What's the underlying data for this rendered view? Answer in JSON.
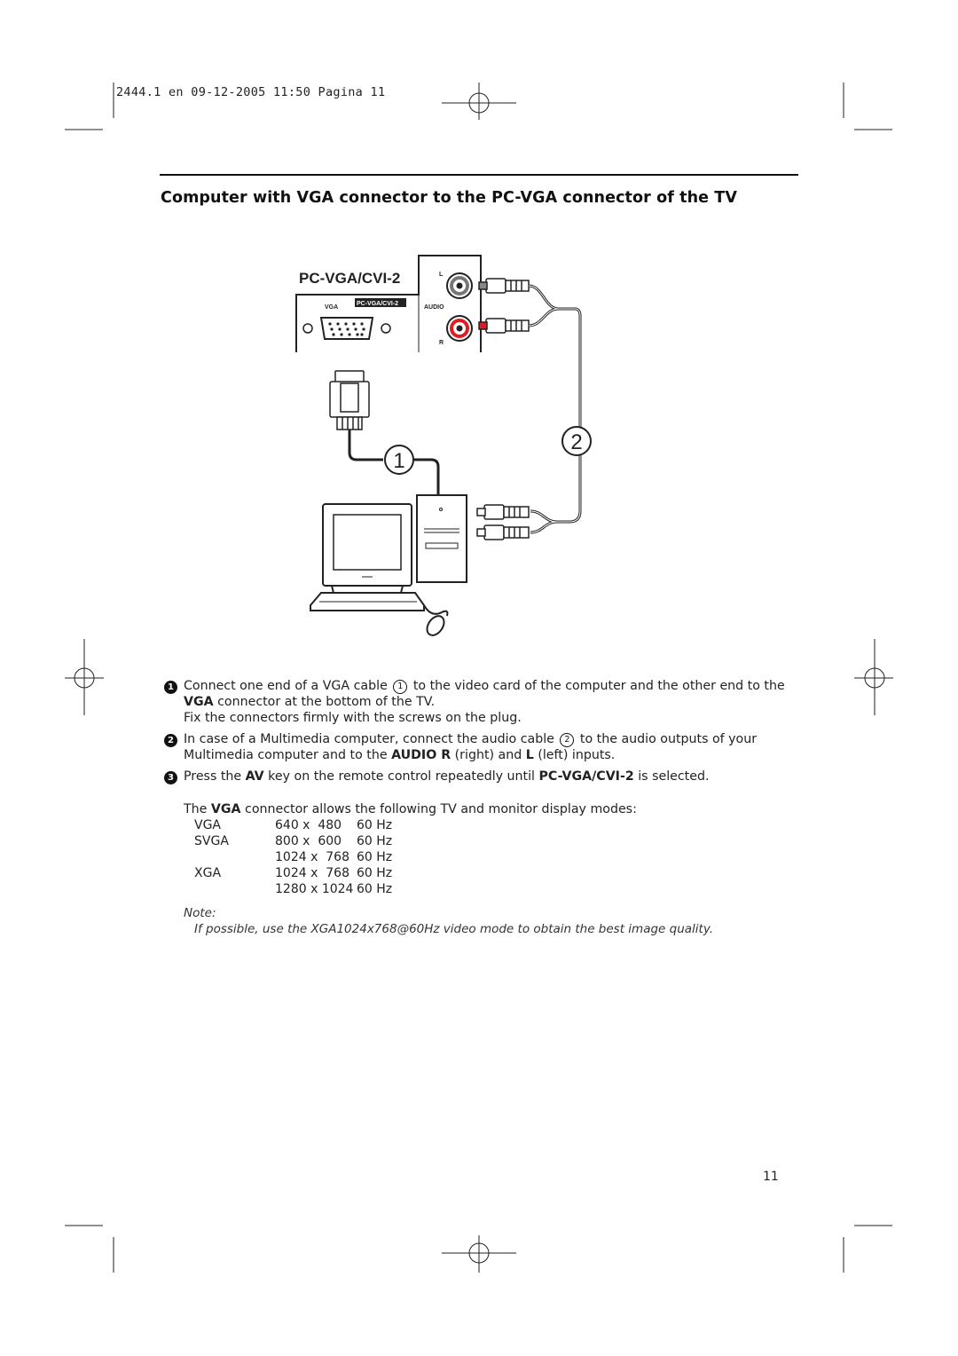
{
  "header": {
    "print_line": "2444.1 en 09-12-2005 11:50 Pagina 11"
  },
  "title": "Computer with VGA connector to the PC-VGA connector of the TV",
  "diagram": {
    "panel_label": "PC-VGA/CVI-2",
    "vga_label": "VGA",
    "panel_badge": "PC-VGA/CVI-2",
    "audio_label": "AUDIO",
    "left_label": "L",
    "right_label": "R",
    "callout_1": "1",
    "callout_2": "2"
  },
  "steps": [
    {
      "num": "1",
      "a": "Connect one end of a VGA cable",
      "circ": "1",
      "b": "to the video card of the computer and the other end to the",
      "b2_bold": "VGA",
      "c": "connector at the bottom of the TV.",
      "d": "Fix the connectors firmly with the screws on the plug."
    },
    {
      "num": "2",
      "a": "In case of a Multimedia computer, connect the audio cable",
      "circ": "2",
      "b": "to the audio outputs of your",
      "c": "Multimedia computer and to the",
      "c_bold": "AUDIO R",
      "d": "(right) and",
      "d_bold": "L",
      "e": "(left) inputs."
    },
    {
      "num": "3",
      "a": "Press the",
      "a_bold": "AV",
      "b": "key on the remote control repeatedly until",
      "b_bold": "PC-VGA/CVI-2",
      "c": "is selected."
    }
  ],
  "modes_intro": {
    "a": "The",
    "a_bold": "VGA",
    "b": "connector allows the following TV and monitor display modes:"
  },
  "modes": [
    {
      "name": "VGA",
      "res": "640 x  480",
      "freq": "60 Hz"
    },
    {
      "name": "SVGA",
      "res": "800 x  600",
      "freq": "60 Hz"
    },
    {
      "name": "",
      "res": "1024 x  768",
      "freq": "60 Hz"
    },
    {
      "name": "XGA",
      "res": "1024 x  768",
      "freq": "60 Hz"
    },
    {
      "name": "",
      "res": "1280 x 1024",
      "freq": "60 Hz"
    }
  ],
  "note": {
    "label": "Note:",
    "text": "If possible, use the XGA1024x768@60Hz video mode to obtain the best image quality."
  },
  "page_number": "11"
}
